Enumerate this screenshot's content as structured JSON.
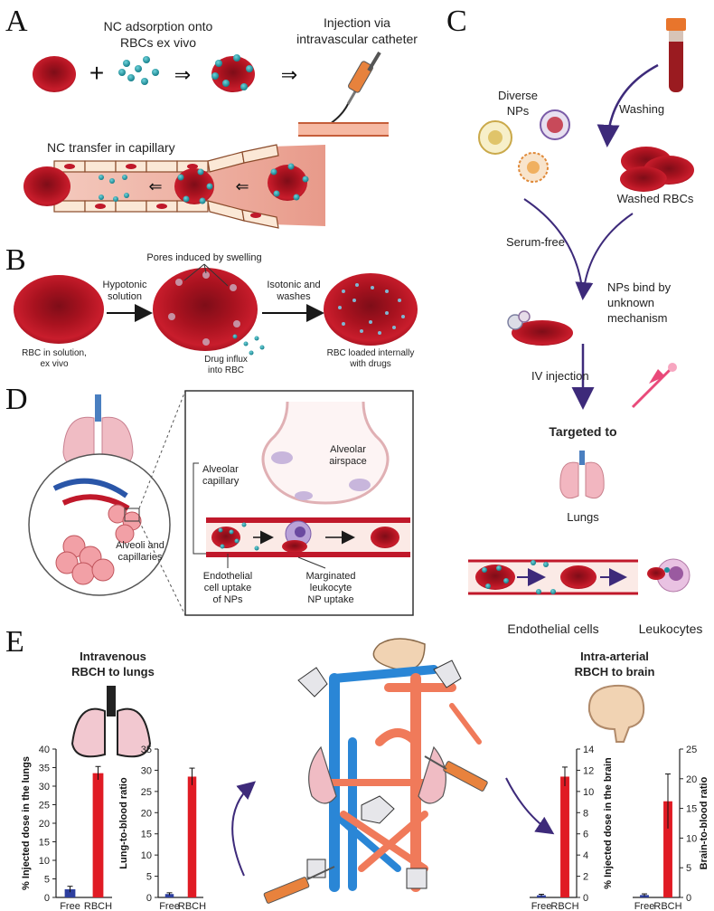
{
  "panels": {
    "a": {
      "letter": "A",
      "adsorption": [
        "NC adsorption onto",
        "RBCs ex vivo"
      ],
      "injection": [
        "Injection via",
        "intravascular catheter"
      ],
      "transfer": "NC transfer in capillary"
    },
    "b": {
      "letter": "B",
      "pores": "Pores induced by swelling",
      "hypotonic": [
        "Hypotonic",
        "solution"
      ],
      "isotonic": [
        "Isotonic and",
        "washes"
      ],
      "rbc_solution": [
        "RBC in solution,",
        "ex vivo"
      ],
      "drug_influx": [
        "Drug influx",
        "into RBC"
      ],
      "rbc_loaded": [
        "RBC loaded internally",
        "with drugs"
      ]
    },
    "c": {
      "letter": "C",
      "diverse": [
        "Diverse",
        "NPs"
      ],
      "washing": "Washing",
      "washed": "Washed RBCs",
      "serum": "Serum-free",
      "bind": [
        "NPs bind by",
        "unknown",
        "mechanism"
      ],
      "iv": "IV injection",
      "targeted": "Targeted to",
      "lungs": "Lungs",
      "endothelial": "Endothelial cells",
      "leukocytes": "Leukocytes"
    },
    "d": {
      "letter": "D",
      "alveoli": [
        "Alveoli and",
        "capillaries"
      ],
      "alveolar_capillary": [
        "Alveolar",
        "capillary"
      ],
      "airspace": [
        "Alveolar",
        "airspace"
      ],
      "endo_uptake": [
        "Endothelial",
        "cell uptake",
        "of NPs"
      ],
      "leuko_uptake": [
        "Marginated",
        "leukocyte",
        "NP uptake"
      ]
    },
    "e": {
      "letter": "E",
      "iv_title": [
        "Intravenous",
        "RBCH to lungs"
      ],
      "ia_title": [
        "Intra-arterial",
        "RBCH to brain"
      ]
    }
  },
  "colors": {
    "rbc": "#c0182a",
    "rbc_dark": "#8e0f1c",
    "np": "#1c8f9a",
    "vein": "#2a86d6",
    "artery": "#f07a5a",
    "bar_free": "#2e3f9e",
    "bar_rbch": "#e01b24",
    "capillary": "#f6dcc6"
  },
  "chart_data": [
    {
      "type": "bar",
      "categories": [
        "Free",
        "RBCH"
      ],
      "values": [
        2.2,
        33.5
      ],
      "errors": [
        0.8,
        1.8
      ],
      "ylabel": "% Injected dose in the lungs",
      "ylim": [
        0,
        40
      ],
      "yticks": [
        0,
        5,
        10,
        15,
        20,
        25,
        30,
        35,
        40
      ]
    },
    {
      "type": "bar",
      "categories": [
        "Free",
        "RBCH"
      ],
      "values": [
        0.8,
        28.5
      ],
      "errors": [
        0.3,
        2.0
      ],
      "ylabel": "Lung-to-blood ratio",
      "ylim": [
        0,
        35
      ],
      "yticks": [
        0,
        5,
        10,
        15,
        20,
        25,
        30,
        35
      ]
    },
    {
      "type": "bar",
      "categories": [
        "Free",
        "RBCH"
      ],
      "values": [
        0.2,
        11.4
      ],
      "errors": [
        0.1,
        0.9
      ],
      "ylabel": "% Injected dose in the brain",
      "ylim": [
        0,
        14
      ],
      "yticks": [
        0,
        2,
        4,
        6,
        8,
        10,
        12,
        14
      ]
    },
    {
      "type": "bar",
      "categories": [
        "Free",
        "RBCH"
      ],
      "values": [
        0.4,
        16.2
      ],
      "errors": [
        0.2,
        4.6
      ],
      "ylabel": "Brain-to-blood ratio",
      "ylim": [
        0,
        25
      ],
      "yticks": [
        0,
        5,
        10,
        15,
        20,
        25
      ]
    }
  ]
}
